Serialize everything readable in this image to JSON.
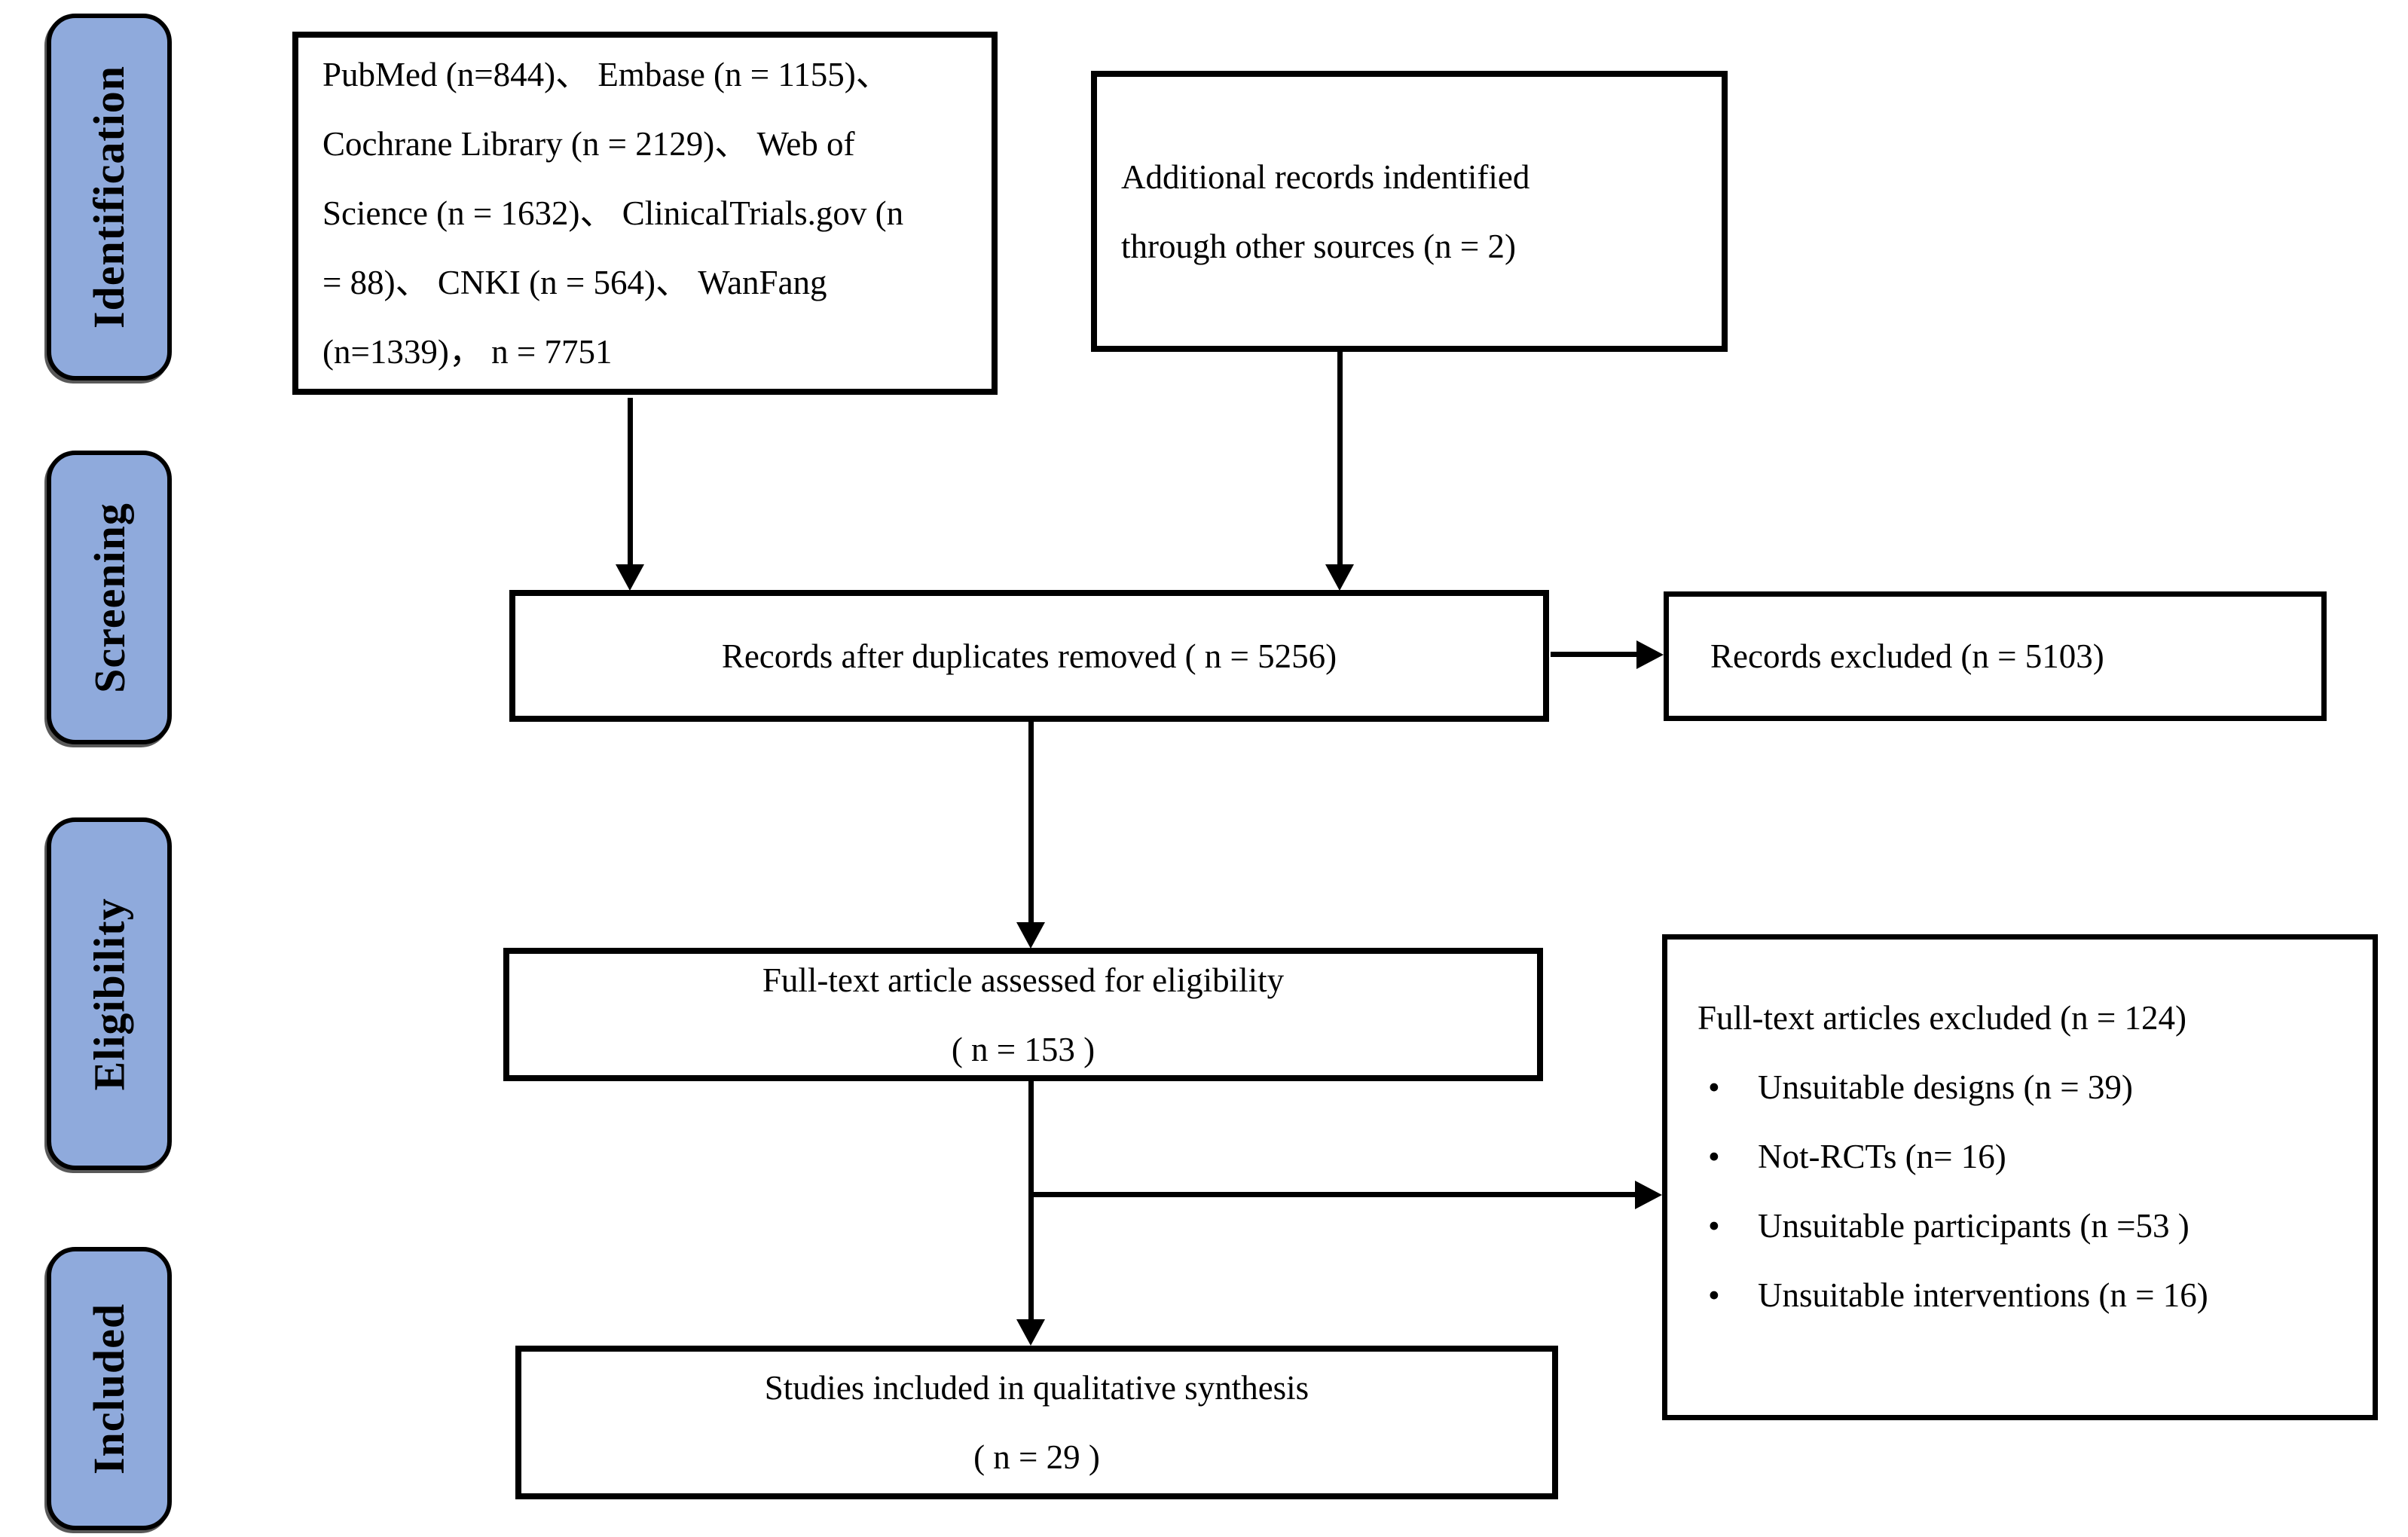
{
  "colors": {
    "stage_fill": "#8FAADC",
    "border": "#000000",
    "background": "#FFFFFF"
  },
  "stages": [
    {
      "label": "Identification"
    },
    {
      "label": "Screening"
    },
    {
      "label": "Eligibility"
    },
    {
      "label": "Included"
    }
  ],
  "boxes": {
    "identification_sources": {
      "lines": [
        "PubMed (n=844)、 Embase (n = 1155)、",
        "Cochrane Library (n = 2129)、 Web of",
        "Science (n = 1632)、 ClinicalTrials.gov (n",
        "= 88)、 CNKI (n = 564)、 WanFang",
        "(n=1339)， n = 7751"
      ]
    },
    "additional_records": {
      "lines": [
        "Additional records indentified",
        "through other sources (n = 2)"
      ]
    },
    "deduplicated": {
      "text": "Records after duplicates removed ( n = 5256)"
    },
    "records_excluded": {
      "text": "Records excluded (n = 5103)"
    },
    "fulltext_assessed": {
      "lines": [
        "Full-text article assessed for eligibility",
        "( n = 153 )"
      ]
    },
    "fulltext_excluded": {
      "title": "Full-text articles excluded (n = 124)",
      "bullet_char": "•",
      "items": [
        "Unsuitable designs (n = 39)",
        "Not-RCTs (n= 16)",
        "Unsuitable participants (n =53 )",
        "Unsuitable interventions (n = 16)"
      ]
    },
    "included_qualitative": {
      "lines": [
        "Studies included in qualitative synthesis",
        "( n = 29 )"
      ]
    }
  }
}
